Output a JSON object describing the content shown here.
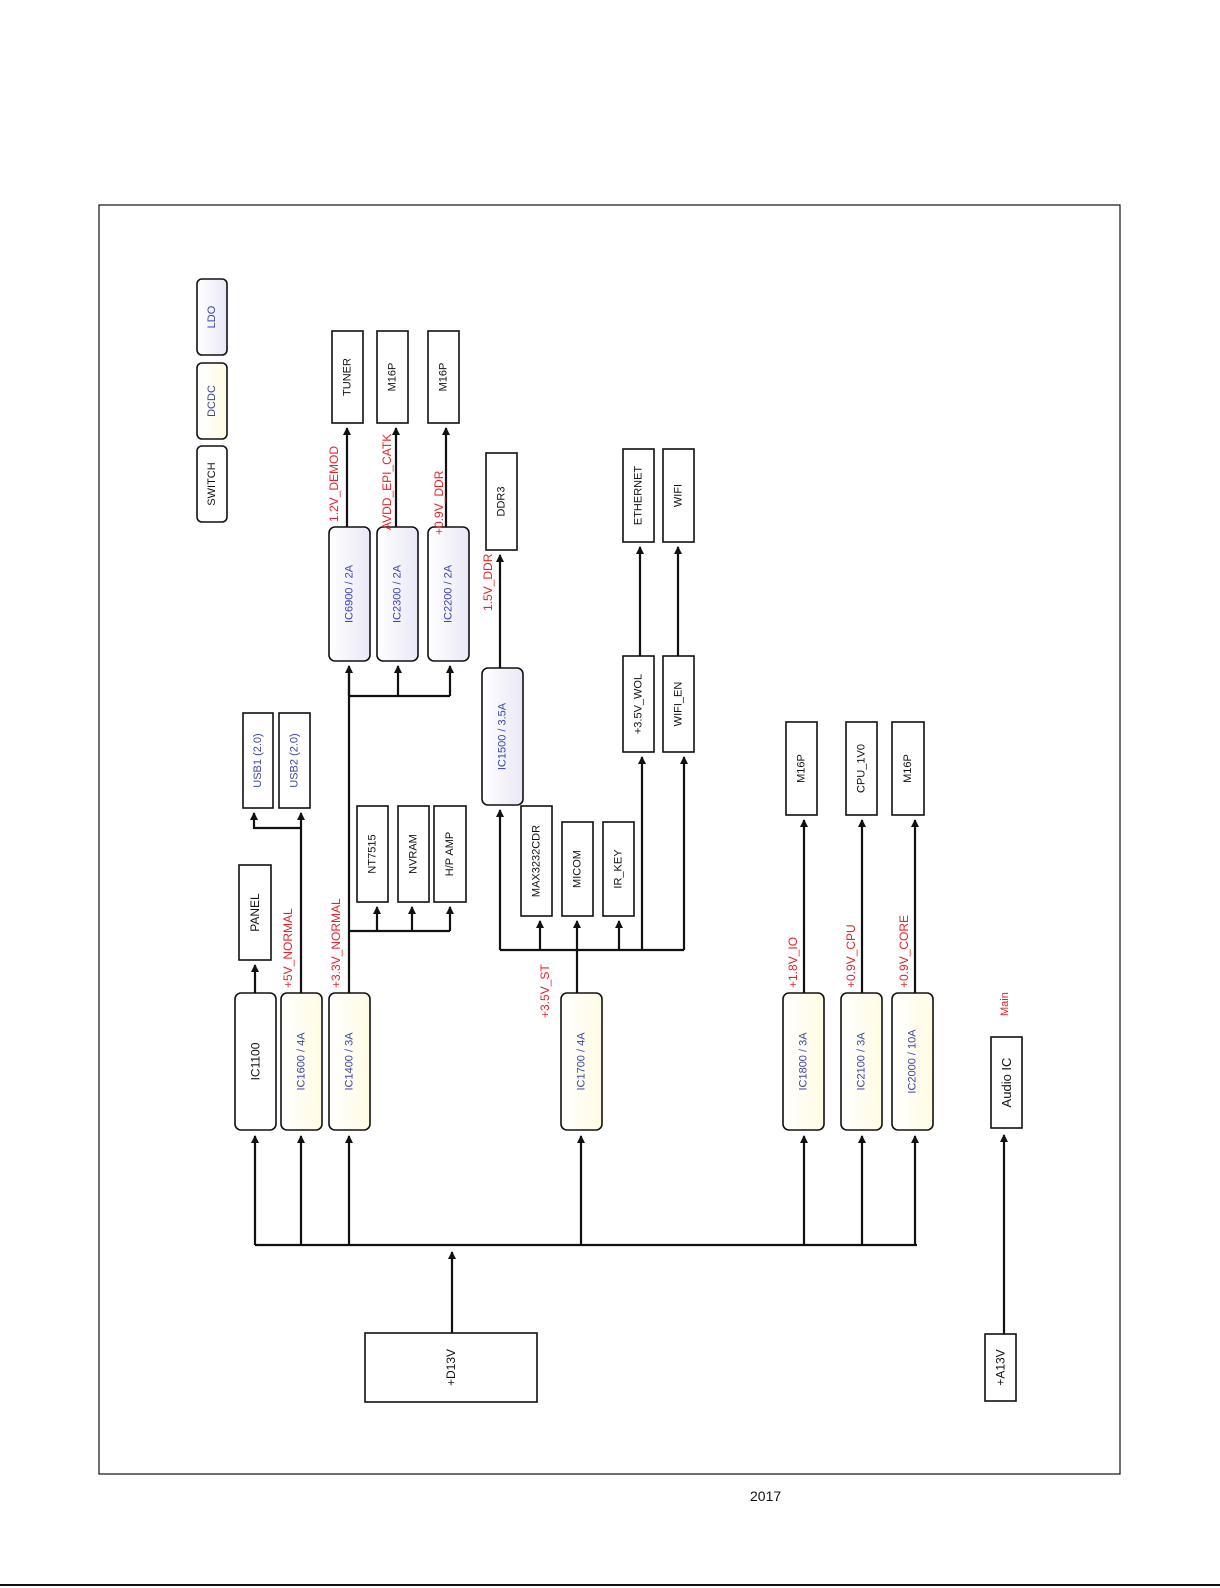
{
  "legend": [
    {
      "id": "switch",
      "label": "SWITCH",
      "type": "switch"
    },
    {
      "id": "dcdc",
      "label": "DCDC",
      "type": "dcdc"
    },
    {
      "id": "ldo",
      "label": "LDO",
      "type": "ldo"
    }
  ],
  "colors": {
    "line": "#111111",
    "rail_label": "#e8222a",
    "ic_label": "#3a44a8",
    "dcdc_fill": "#fffbe3",
    "ldo_fill": "#e9e8f6",
    "switch_fill": "#ffffff"
  },
  "blocks": {
    "d13v": "+D13V",
    "a13v": "+A13V",
    "audio_ic": "Audio IC",
    "ic1100": "IC1100",
    "ic1600": "IC1600 / 4A",
    "ic1400": "IC1400 / 3A",
    "ic1700": "IC1700 / 4A",
    "ic1800": "IC1800 / 3A",
    "ic2100": "IC2100 / 3A",
    "ic2000": "IC2000 / 10A",
    "ic1500": "IC1500 / 3.5A",
    "ic6900": "IC6900 / 2A",
    "ic2300": "IC2300 / 2A",
    "ic2200": "IC2200 / 2A",
    "panel": "PANEL",
    "usb1": "USB1 (2.0)",
    "usb2": "USB2 (2.0)",
    "nt7515": "NT7515",
    "nvram": "NVRAM",
    "hp_amp": "H/P AMP",
    "max3232": "MAX3232CDR",
    "micom": "MICOM",
    "ir_key": "IR_KEY",
    "v35_wol": "+3.5V_WOL",
    "wifi_en": "WIFI_EN",
    "ethernet": "ETHERNET",
    "wifi": "WIFI",
    "ddr3": "DDR3",
    "tuner": "TUNER",
    "m16p_a": "M16P",
    "m16p_b": "M16P",
    "m16p_c": "M16P",
    "cpu_1v0": "CPU_1V0",
    "m16p_d": "M16P"
  },
  "rails": {
    "v5_normal": "+5V_NORMAL",
    "v33_normal": "+3.3V_NORMAL",
    "v35_st": "+3.5V_ST",
    "v15_ddr": "1.5V_DDR",
    "v12_demod": "1.2V_DEMOD",
    "avdd": "AVDD_EPI_CATK",
    "v09_ddr": "+0.9V_DDR",
    "v18_io": "+1.8V_IO",
    "v09_cpu": "+0.9V_CPU",
    "v09_core": "+0.9V_CORE",
    "main": "Main"
  },
  "page_number": "2017"
}
